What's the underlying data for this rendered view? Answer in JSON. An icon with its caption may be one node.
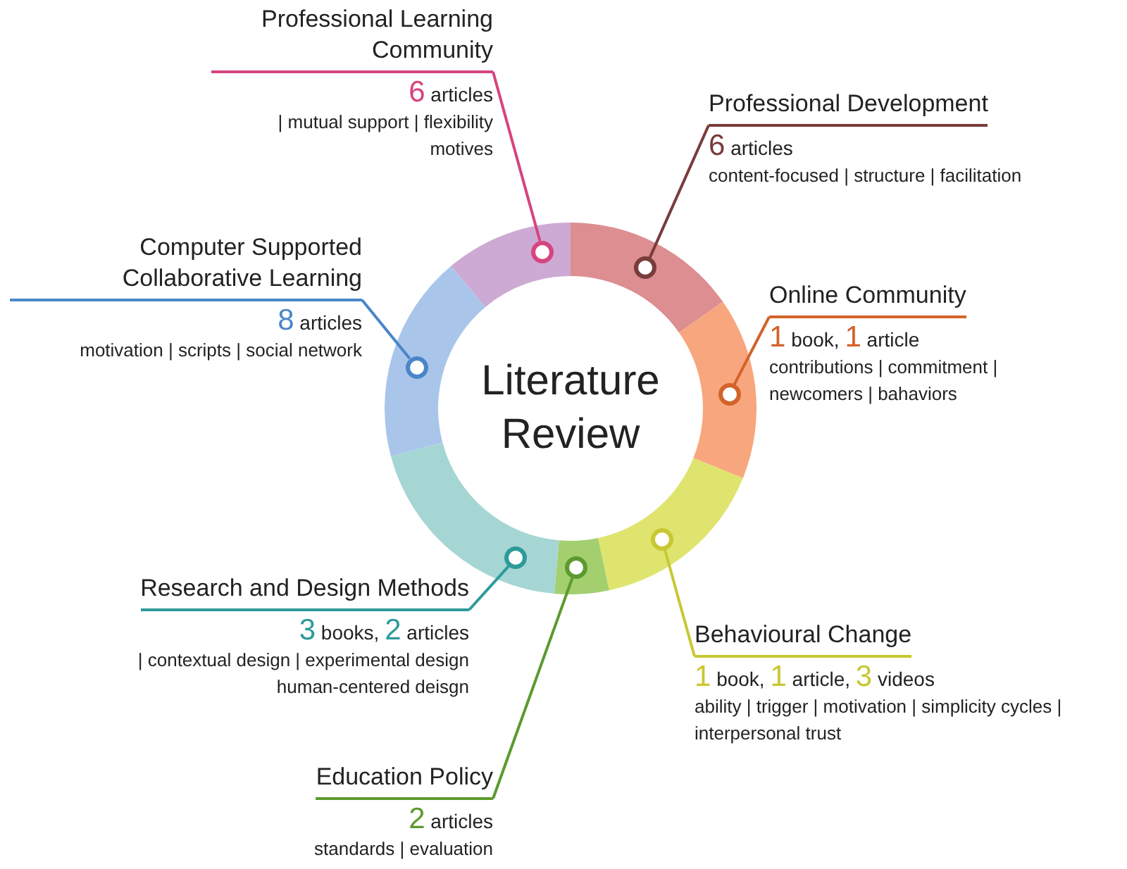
{
  "diagram": {
    "nodes": [
      {
        "text": [
          "Literature Review"
        ]
      },
      {
        "text": [
          "Professional Learning Community",
          "**6** articles",
          "| mutual support | flexibility motives"
        ]
      },
      {
        "text": [
          "Professional Development",
          "**6** articles",
          "content-focused | structure | facilitation"
        ]
      },
      {
        "text": [
          "Online Community",
          "**1** book, **1** article",
          "contributions | commitment | newcomers | bahaviors"
        ]
      },
      {
        "text": [
          "Behavioural Change",
          "**1** book, **1** article, **3** videos",
          "ability | trigger | motivation | simplicity cycles | interpersonal trust"
        ]
      },
      {
        "text": [
          "Education Policy",
          "**2** articles",
          "standards | evaluation"
        ]
      },
      {
        "text": [
          "Research and Design Methods",
          "**3** books, **2** articles",
          "| contextual design | experimental design human-centered deisgn"
        ]
      },
      {
        "text": [
          "Computer Supported Collaborative Learning",
          "**8** articles",
          "motivation | scripts | social network"
        ]
      },
      {
        "text": [],
        "shape": "circle",
        "in": 0
      },
      {
        "text": [],
        "shape": "circle",
        "in": 0
      },
      {
        "text": [],
        "shape": "circle",
        "in": 0
      },
      {
        "text": [],
        "shape": "circle",
        "in": 0
      },
      {
        "text": [],
        "shape": "circle",
        "in": 0
      },
      {
        "text": [],
        "shape": "circle",
        "in": 0
      },
      {
        "text": [],
        "shape": "circle",
        "in": 0
      }
    ],
    "edges": [
      {
        "from": 1,
        "to": 8,
        "arrow": "none",
        "color": "#d6447f"
      },
      {
        "from": 2,
        "to": 9,
        "arrow": "none",
        "color": "#7a3b3b"
      },
      {
        "from": 3,
        "to": 10,
        "arrow": "none",
        "color": "#d2632a"
      },
      {
        "from": 4,
        "to": 11,
        "arrow": "none",
        "color": "#c8c832"
      },
      {
        "from": 5,
        "to": 12,
        "arrow": "none",
        "color": "#5c9a2e"
      },
      {
        "from": 6,
        "to": 13,
        "arrow": "none",
        "color": "#2e9a9a"
      },
      {
        "from": 7,
        "to": 14,
        "arrow": "none",
        "color": "#4a86c8"
      }
    ]
  }
}
